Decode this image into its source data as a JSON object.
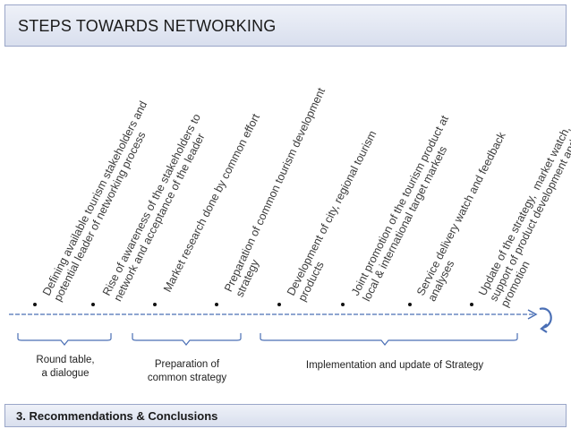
{
  "header": {
    "title": "STEPS TOWARDS NETWORKING"
  },
  "steps": [
    {
      "line1": "Defining available tourism stakeholders and",
      "line2": "potential leader of networking process"
    },
    {
      "line1": "Rise of awareness of the stakeholders to",
      "line2": "network and acceptance of the leader"
    },
    {
      "line1": "Market research done by common effort",
      "line2": ""
    },
    {
      "line1": "Preparation of common tourism development",
      "line2": "strategy"
    },
    {
      "line1": "Development of city, regional tourism",
      "line2": "products"
    },
    {
      "line1": "Joint promotion of the tourism product at",
      "line2": "local & international target markets"
    },
    {
      "line1": "Service delivery watch and feedback",
      "line2": "analyses"
    },
    {
      "line1": "Update of the strategy,  market watch,",
      "line2": "support of product development and",
      "line3": "promotion"
    }
  ],
  "phases": [
    {
      "label_line1": "Round table,",
      "label_line2": "a dialogue"
    },
    {
      "label_line1": "Preparation of",
      "label_line2": "common strategy"
    },
    {
      "label_line1": "Implementation and update of Strategy",
      "label_line2": ""
    }
  ],
  "footer": {
    "section": "3. Recommendations & Conclusions"
  },
  "colors": {
    "bar_fill": "#d9dfee",
    "bar_border": "#9aa6c8",
    "arrow": "#4a6fb5"
  }
}
